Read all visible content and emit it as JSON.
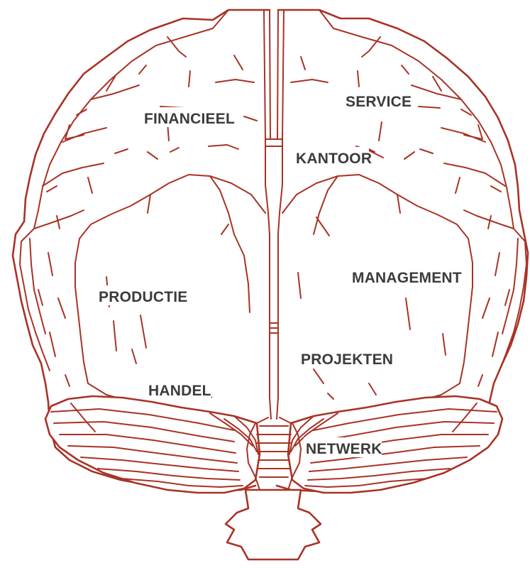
{
  "labels": {
    "financieel": "FINANCIEEL",
    "service": "SERVICE",
    "kantoor": "KANTOOR",
    "productie": "PRODUCTIE",
    "management": "MANAGEMENT",
    "projekten": "PROJEKTEN",
    "handel": "HANDEL",
    "netwerk": "NETWERK"
  },
  "colors": {
    "outline": "#a93226",
    "text": "#3b3b3b",
    "background": "#ffffff"
  }
}
